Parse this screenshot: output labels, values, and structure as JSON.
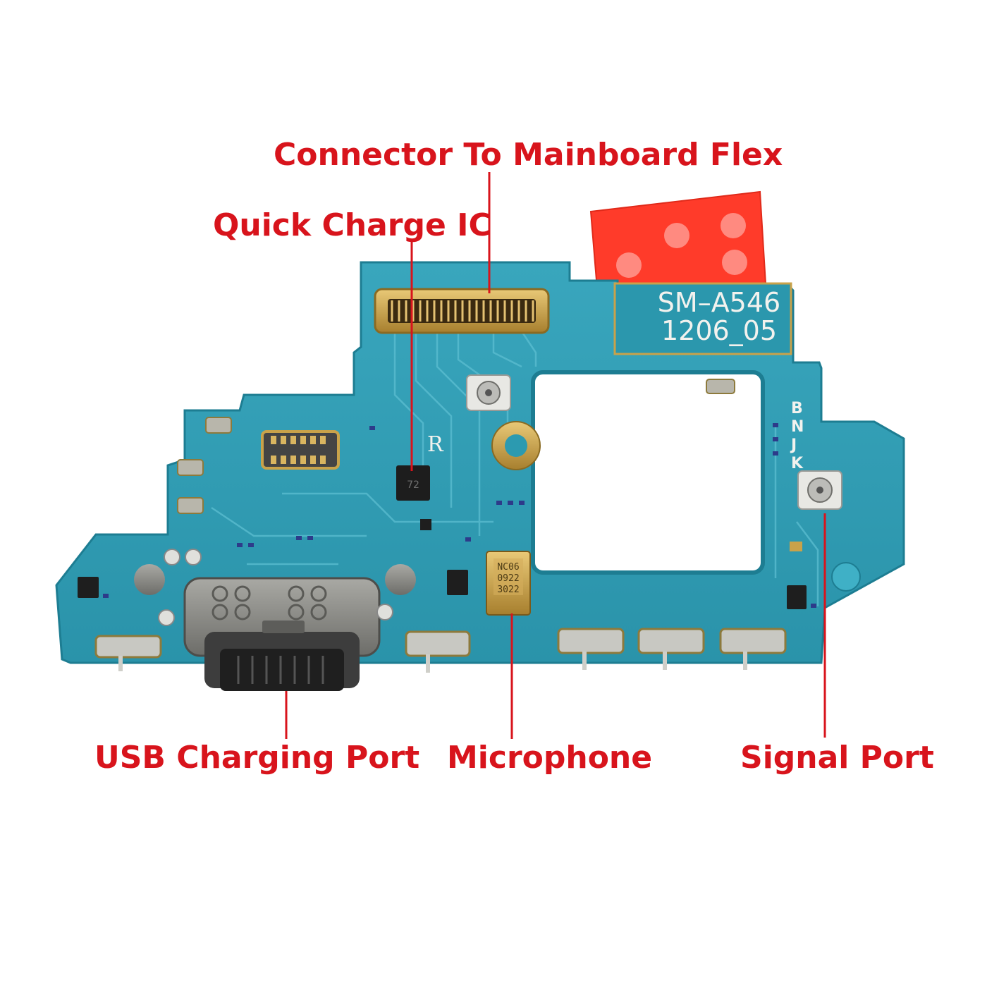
{
  "callouts": {
    "connector": "Connector To Mainboard Flex",
    "quick_charge_ic": "Quick Charge IC",
    "usb_port": "USB Charging Port",
    "microphone": "Microphone",
    "signal_port": "Signal Port"
  },
  "board": {
    "model_line1": "SM–A546",
    "model_line2": "1206_05",
    "silk_r": "R",
    "silk_bnjk": [
      "B",
      "N",
      "J",
      "K"
    ],
    "mic_text": [
      "NC06",
      "0922",
      "3022"
    ],
    "ic_mark": "72"
  },
  "colors": {
    "label_red": "#d8141c",
    "pcb_teal": "#2c9ab0",
    "pcb_edge": "#1d7d92",
    "gold": "#c9a24a",
    "tape_red": "#ff3b2a"
  }
}
